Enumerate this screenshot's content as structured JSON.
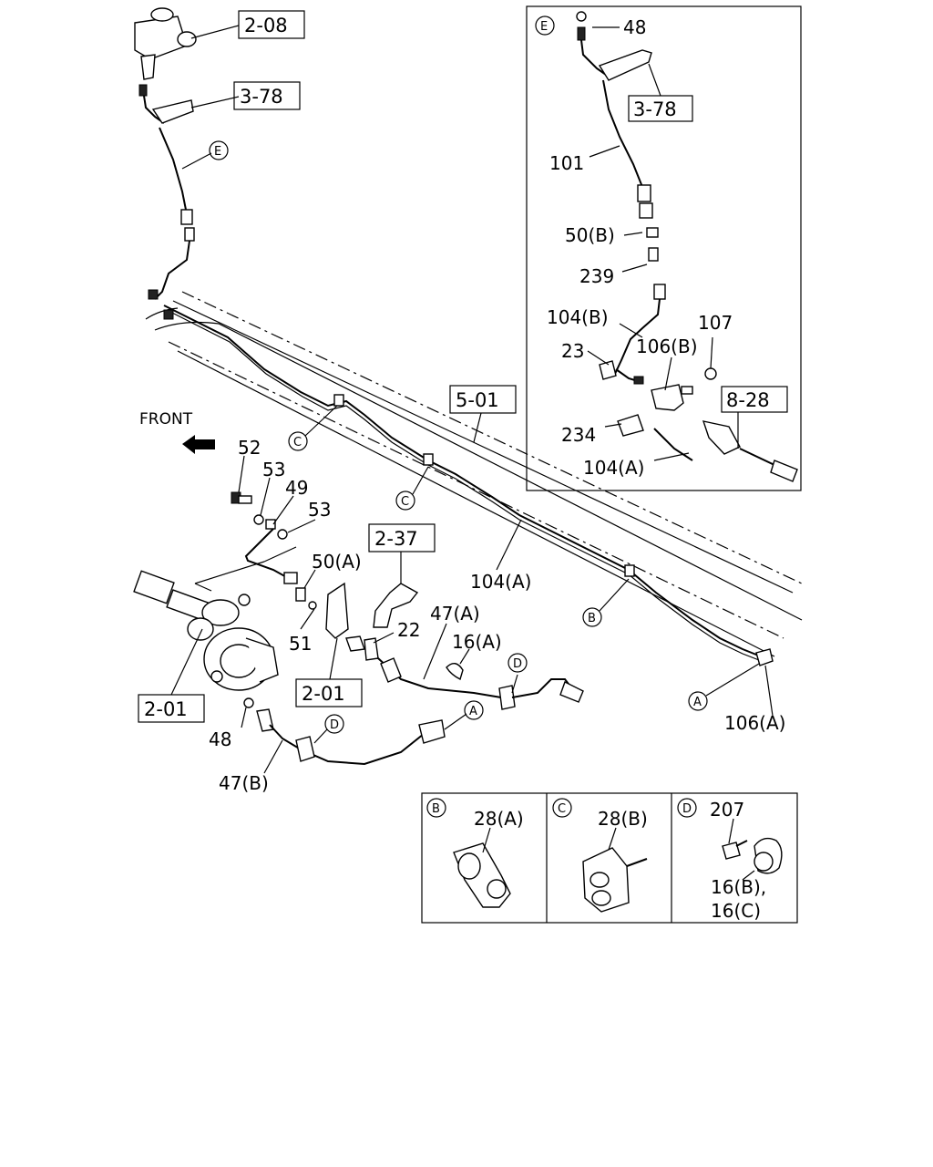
{
  "front_label": "FRONT",
  "ref_boxes": {
    "r1": "2-08",
    "r2": "3-78",
    "r3": "5-01",
    "r4": "2-37",
    "r5": "2-01",
    "r6": "2-01",
    "r7": "3-78",
    "r8": "8-28"
  },
  "callouts": {
    "c48a": "48",
    "c101": "101",
    "c50b": "50(B)",
    "c239": "239",
    "c104b": "104(B)",
    "c107": "107",
    "c106b": "106(B)",
    "c23": "23",
    "c234": "234",
    "c104a_inset": "104(A)",
    "c52": "52",
    "c53a": "53",
    "c49": "49",
    "c53b": "53",
    "c50a": "50(A)",
    "c51": "51",
    "c22": "22",
    "c47a": "47(A)",
    "c16a": "16(A)",
    "c104a": "104(A)",
    "c106a": "106(A)",
    "c48b": "48",
    "c47b": "47(B)",
    "c28a": "28(A)",
    "c28b": "28(B)",
    "c207": "207",
    "c16bc_1": "16(B),",
    "c16bc_2": "16(C)"
  },
  "circle_letters": {
    "e_main": "E",
    "c1": "C",
    "c2": "C",
    "b1": "B",
    "d1": "D",
    "a1": "A",
    "a2": "A",
    "d2": "D",
    "e_inset": "E",
    "b_panel": "B",
    "c_panel": "C",
    "d_panel": "D"
  }
}
